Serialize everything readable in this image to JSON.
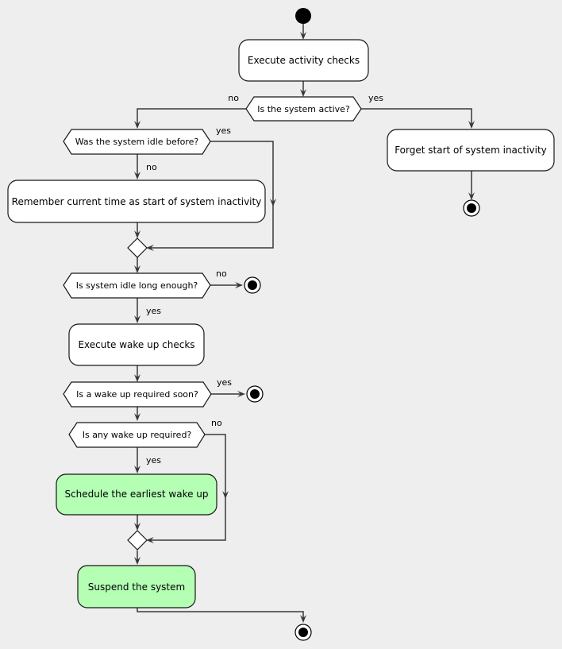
{
  "colors": {
    "background": "#EEEEEE",
    "activity_fill": "#FFFFFF",
    "highlight_fill": "#B4FFB4",
    "line": "#383838",
    "border": "#181818"
  },
  "activities": {
    "execute_activity_checks": "Execute activity checks",
    "forget_start": "Forget start of system inactivity",
    "remember_time": "Remember current time as start of system inactivity",
    "execute_wake_up_checks": "Execute wake up checks",
    "schedule_wake_up": "Schedule the earliest wake up",
    "suspend_system": "Suspend the system"
  },
  "decisions": {
    "system_active": "Is the system active?",
    "idle_before": "Was the system idle before?",
    "idle_long_enough": "Is system idle long enough?",
    "wake_up_soon": "Is a wake up required soon?",
    "any_wake_up": "Is any wake up required?"
  },
  "edge_labels": {
    "active_no": "no",
    "active_yes": "yes",
    "idle_before_yes": "yes",
    "idle_before_no": "no",
    "idle_long_no": "no",
    "idle_long_yes": "yes",
    "soon_yes": "yes",
    "any_no": "no",
    "any_yes": "yes"
  }
}
